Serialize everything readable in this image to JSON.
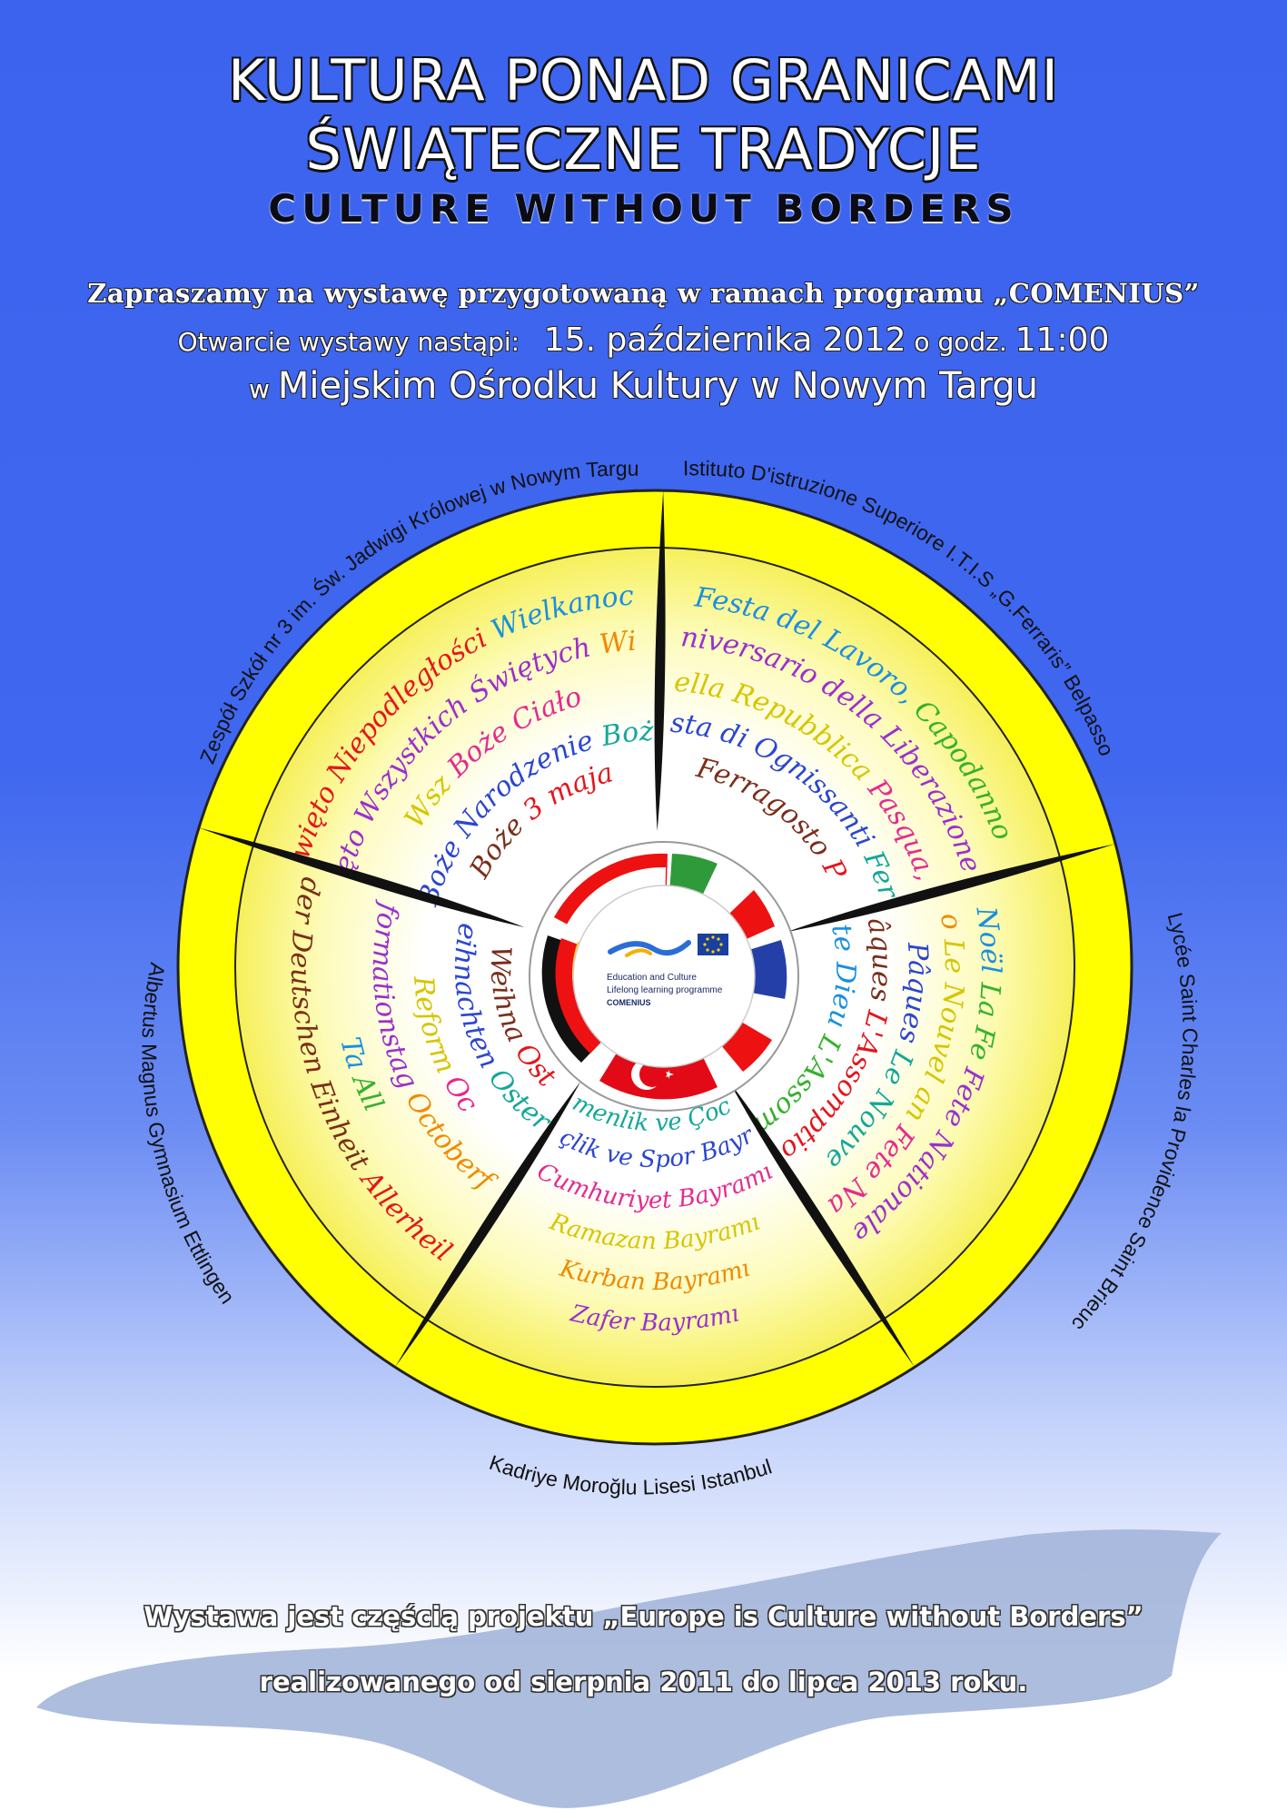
{
  "header": {
    "title_line1": "KULTURA PONAD GRANICAMI",
    "title_line2": "ŚWIĄTECZNE TRADYCJE",
    "title_line3": "CULTURE WITHOUT BORDERS"
  },
  "invitation": {
    "line1": "Zapraszamy na wystawę przygotowaną w ramach programu „COMENIUS”",
    "opening_prefix": "Otwarcie wystawy nastąpi:",
    "date": "15. października 2012",
    "time_prefix": "o godz.",
    "time": "11:00",
    "venue_prefix": "w",
    "venue": "Miejskim Ośrodku Kultury w Nowym Targu"
  },
  "diagram": {
    "colors": {
      "ring": "#ffff00",
      "divider": "#111111",
      "outline": "#222222"
    },
    "center_logo": {
      "line1": "Education and Culture",
      "line2": "Lifelong learning programme",
      "line3": "COMENIUS"
    },
    "schools": {
      "poland": "Zespół Szkół nr 3 im. Św. Jadwigi Królowej w Nowym Targu",
      "italy": "Istituto D'istruzione Superiore I.T.I.S „G.Ferraris” Belpasso",
      "france": "Lycée Saint Charles la Providence Saint Brieuc",
      "turkey": "Kadriye Moroğlu Lisesi Istanbul",
      "germany": "Albertus Magnus Gymnasium Ettlingen"
    },
    "holidays": {
      "poland": [
        "Święto Niepodległości",
        "Święto Wszystkich Świętych",
        "Wsz",
        "Boże Narodzenie",
        "Boże",
        "Wielkanoc",
        "Wielka",
        "Boże Ciało",
        "Boż",
        "3 maja",
        "3"
      ],
      "italy": [
        "Festa del Lavoro,",
        "Anniversario della Liberazione",
        "Festa della Repubblica",
        "Festa di Ognissanti",
        "Ferragosto",
        "Capodanno",
        "F",
        "Pasqua, Natale",
        "Ferra",
        "P"
      ],
      "france": [
        "Noël",
        "Noël No",
        "Pâques",
        "Pâques",
        "La Fete Dieu",
        "La Fe",
        "Le Nouvel an",
        "Le Nouve",
        "L'Assomption",
        "L'Assomption",
        "Fete Nationale",
        "Fete Nationale"
      ],
      "turkey": [
        "Zafer Bayramı",
        "Kurban Bayramı",
        "Ramazan Bayramı",
        "Cumhuriyet Bayramı",
        "Gençlik ve Spor Bayramı",
        "Ulusal Egemenlik ve Çocuk Bayramı"
      ],
      "germany": [
        "Tag der Deutschen Einheit",
        "Ta",
        "Reformationstag",
        "Reform",
        "Weihnachten",
        "Weihna",
        "Allerheiligen",
        "All",
        "Octoberfest",
        "Oc",
        "Ostern",
        "Ost"
      ]
    }
  },
  "footer": {
    "line1": "Wystawa jest częścią projektu „Europe is Culture without Borders”",
    "line2": "realizowanego od sierpnia 2011 do lipca 2013 roku."
  }
}
